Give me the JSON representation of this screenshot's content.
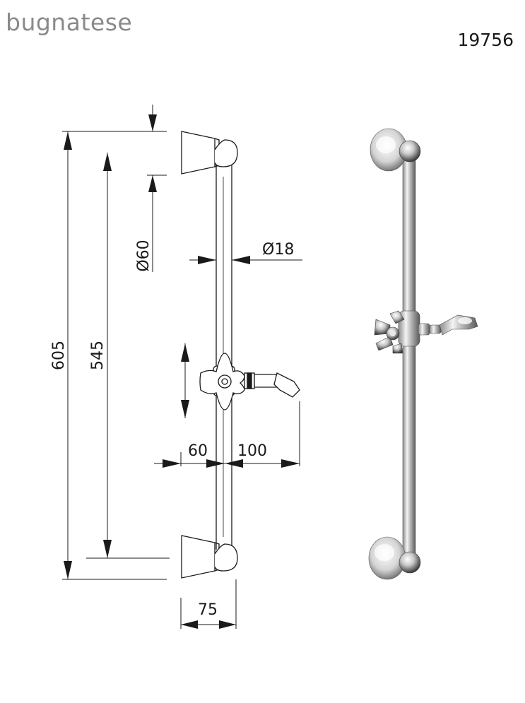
{
  "header": {
    "brand": "bugnatese",
    "product_code": "19756"
  },
  "dimensions": {
    "total_height": "605",
    "center_distance": "545",
    "bracket_diameter": "Ø60",
    "bar_diameter": "Ø18",
    "slider_width": "60",
    "handshower_offset": "100",
    "wall_projection": "75"
  }
}
